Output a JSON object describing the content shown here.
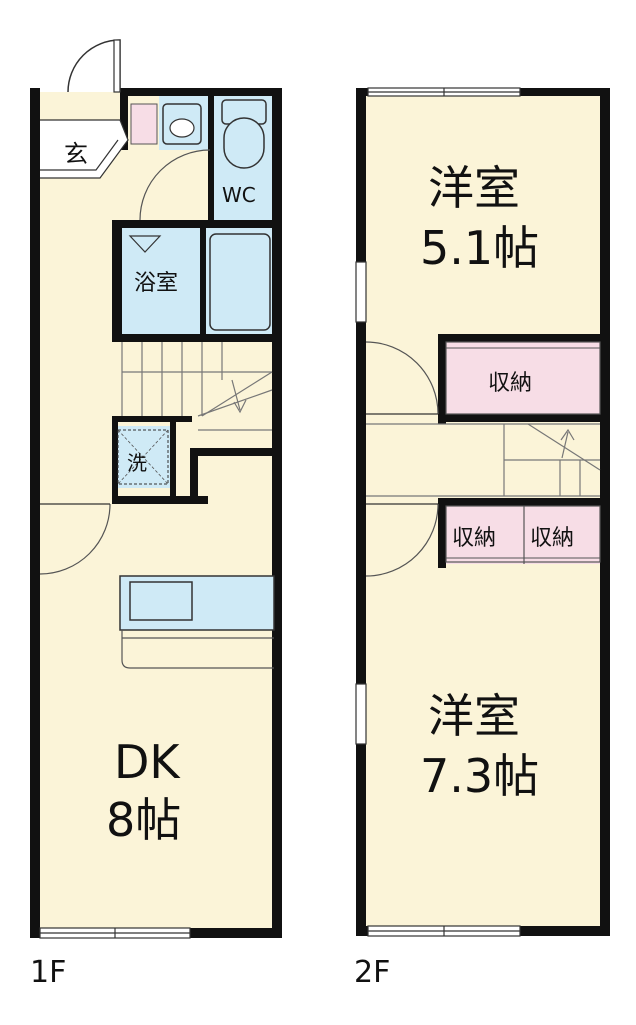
{
  "floors": {
    "first": {
      "label": "1F"
    },
    "second": {
      "label": "2F"
    }
  },
  "rooms": {
    "entrance": "玄",
    "wc": "WC",
    "bath": "浴室",
    "washer": "洗",
    "dk_name": "DK",
    "dk_size": "8帖",
    "western_upper_name": "洋室",
    "western_upper_size": "5.1帖",
    "western_lower_name": "洋室",
    "western_lower_size": "7.3帖",
    "storage_upper": "収納",
    "storage_left": "収納",
    "storage_right": "収納"
  },
  "colors": {
    "floor": "#fbf4d8",
    "water": "#cfeaf6",
    "storage": "#f7dde6",
    "wall": "#111111"
  }
}
